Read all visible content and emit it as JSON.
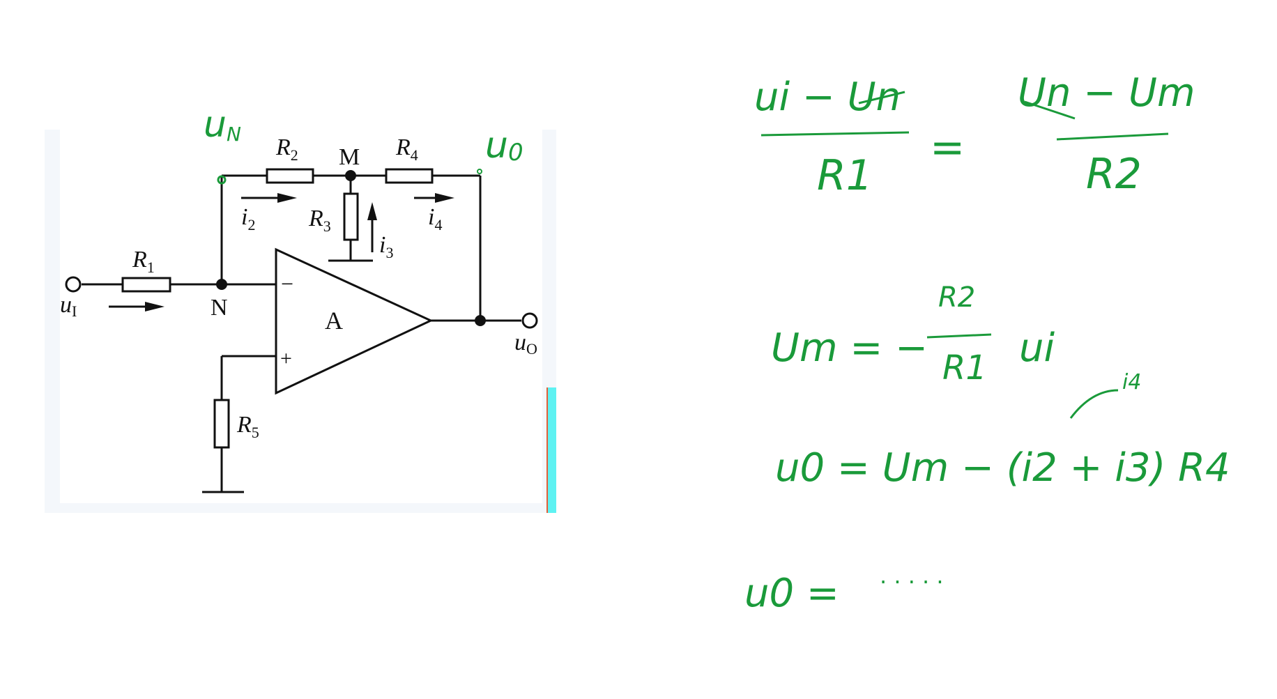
{
  "circuit": {
    "resistors": [
      "R",
      "R",
      "R",
      "R",
      "R"
    ],
    "resistor_subscripts": [
      "1",
      "2",
      "3",
      "4",
      "5"
    ],
    "currents": [
      "i",
      "i",
      "i"
    ],
    "current_subscripts": [
      "2",
      "3",
      "4"
    ],
    "nodes": {
      "n": "N",
      "m": "M"
    },
    "amp_label": "A",
    "minus_sign": "−",
    "plus_sign": "+",
    "input_label": "u",
    "input_subscript": "I",
    "output_label": "u",
    "output_subscript": "O"
  },
  "handwriting": {
    "color": "#1a9a3a",
    "node_notes": {
      "un": "u",
      "un_sub": "N",
      "uo": "u",
      "uo_sub": "0"
    },
    "eq1": {
      "num_left": "ui − Un",
      "den_left": "R1",
      "equals": "=",
      "num_right": "Un − Um",
      "den_right": "R2"
    },
    "eq2": {
      "lhs": "Um = −",
      "frac_num": "R2",
      "frac_den": "R1",
      "rhs": "ui"
    },
    "eq3": {
      "lhs": "u0 = Um − (i2 + i3) R4",
      "annotation": "i4"
    },
    "eq4": {
      "lhs": "u0 =",
      "rest": "· · · · ·"
    }
  }
}
